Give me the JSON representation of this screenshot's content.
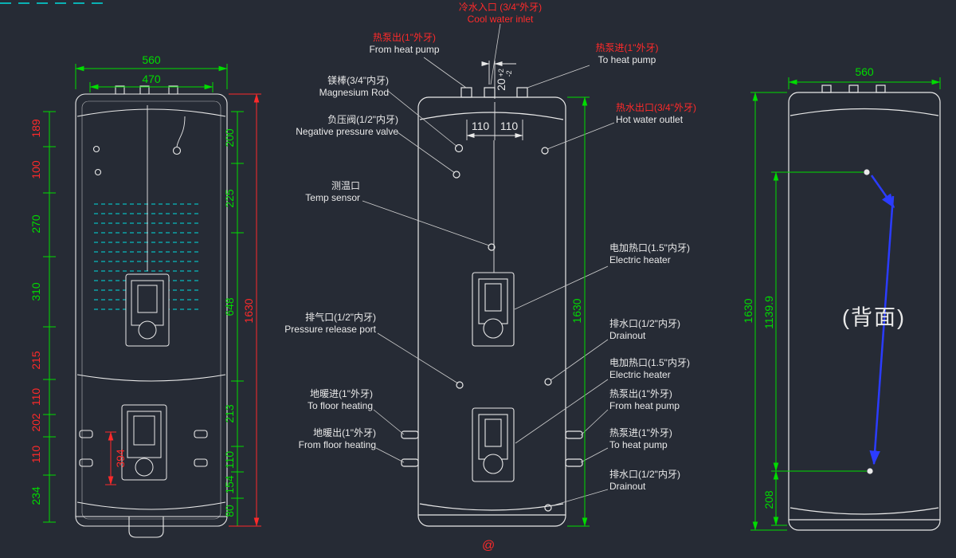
{
  "canvas": {
    "watermark": "@"
  },
  "colors": {
    "background": "#262b35",
    "dim_green": "#00dc00",
    "dim_red": "#ff2a2a",
    "line_white": "#e9e9e9",
    "coil_cyan": "#00dede",
    "arrow_blue": "#2b3cff"
  },
  "left_view": {
    "dim_width_outer": "560",
    "dim_width_inner": "470",
    "left_chain": [
      "189",
      "100",
      "270",
      "310",
      "215",
      "110",
      "202",
      "110",
      "234"
    ],
    "right_chain": [
      "200",
      "225",
      "648",
      "213",
      "110",
      "154",
      "80"
    ],
    "dim_total_height": "1630",
    "dim_394": "394"
  },
  "front_view": {
    "dim_offset": "20",
    "tol_plus": "+2",
    "tol_minus": "-2",
    "dim_110_left": "110",
    "dim_110_right": "110",
    "dim_total_height": "1630",
    "labels": {
      "pump_out_top": {
        "zh": "热泵出(1\"外牙)",
        "en": "From heat pump"
      },
      "cool_inlet": {
        "zh": "冷水入口 (3/4\"外牙)",
        "en": "Cool water inlet"
      },
      "pump_in_top": {
        "zh": "热泵进(1\"外牙)",
        "en": "To heat pump"
      },
      "magnesium_rod": {
        "zh": "镁棒(3/4\"内牙)",
        "en": "Magnesium Rod"
      },
      "negative_pressure_valve": {
        "zh": "负压阀(1/2\"内牙)",
        "en": "Negative pressure valve"
      },
      "temp_sensor": {
        "zh": "测温口",
        "en": "Temp sensor"
      },
      "pressure_release_port": {
        "zh": "排气口(1/2\"内牙)",
        "en": "Pressure release port"
      },
      "floor_heating_in": {
        "zh": "地暖进(1\"外牙)",
        "en": "To floor heating"
      },
      "floor_heating_out": {
        "zh": "地暖出(1\"外牙)",
        "en": "From floor heating"
      },
      "hot_water_outlet": {
        "zh": "热水出口(3/4\"外牙)",
        "en": "Hot water outlet"
      },
      "electric_heater_upper": {
        "zh": "电加热口(1.5\"内牙)",
        "en": "Electric heater"
      },
      "drainout_upper": {
        "zh": "排水口(1/2\"内牙)",
        "en": "Drainout"
      },
      "electric_heater_lower": {
        "zh": "电加热口(1.5\"内牙)",
        "en": "Electric heater"
      },
      "pump_out_right": {
        "zh": "热泵出(1\"外牙)",
        "en": "From heat pump"
      },
      "pump_in_right": {
        "zh": "热泵进(1\"外牙)",
        "en": "To heat pump"
      },
      "drainout_lower": {
        "zh": "排水口(1/2\"内牙)",
        "en": "Drainout"
      }
    }
  },
  "back_view": {
    "dim_width": "560",
    "dim_total_height": "1630",
    "dim_upper_point": "1139.9",
    "dim_lower_point": "208",
    "caption": "(背面)"
  }
}
